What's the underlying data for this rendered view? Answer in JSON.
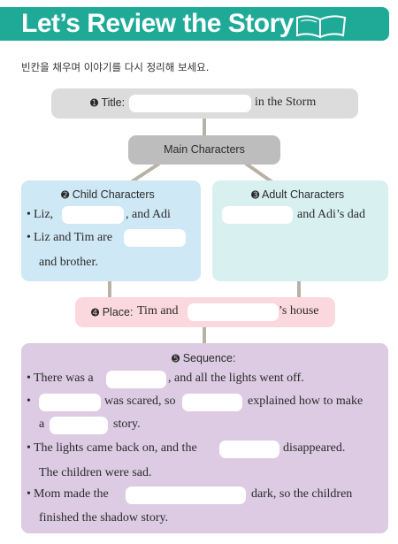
{
  "header": {
    "title": "Let’s Review the Story"
  },
  "instruction": "빈칸을 채우며 이야기를 다시 정리해 보세요.",
  "title_section": {
    "number": "➊",
    "label": "Title:",
    "after": "in the Storm"
  },
  "main_characters": {
    "label": "Main Characters"
  },
  "child_characters": {
    "number": "➋",
    "label": "Child Characters",
    "line1_start": "Liz,",
    "line1_end": ", and Adi",
    "line2_start": "Liz and Tim are",
    "line3": "and brother."
  },
  "adult_characters": {
    "number": "➌",
    "label": "Adult Characters",
    "line1_end": "and Adi’s dad"
  },
  "place": {
    "number": "➍",
    "label": "Place:",
    "start": "Tim and",
    "end": "’s house"
  },
  "sequence": {
    "number": "➎",
    "label": "Sequence:",
    "l1_start": "There was a",
    "l1_end": ", and all the lights went off.",
    "l2_mid": "was scared, so",
    "l2_end": "explained how to make",
    "l3_start": "a",
    "l3_end": "story.",
    "l4_start": "The lights came back on, and the",
    "l4_end": "disappeared.",
    "l5": "The children were sad.",
    "l6_start": "Mom made the",
    "l6_end": "dark, so the children",
    "l7": "finished the shadow story."
  },
  "bullet": "•",
  "colors": {
    "header": "#1faa98",
    "title_box": "#dcdcdc",
    "main_box": "#bdbdbd",
    "child_box": "#cfe8f5",
    "adult_box": "#d8f0f0",
    "place_box": "#fbd8de",
    "sequence_box": "#dccbe3"
  }
}
